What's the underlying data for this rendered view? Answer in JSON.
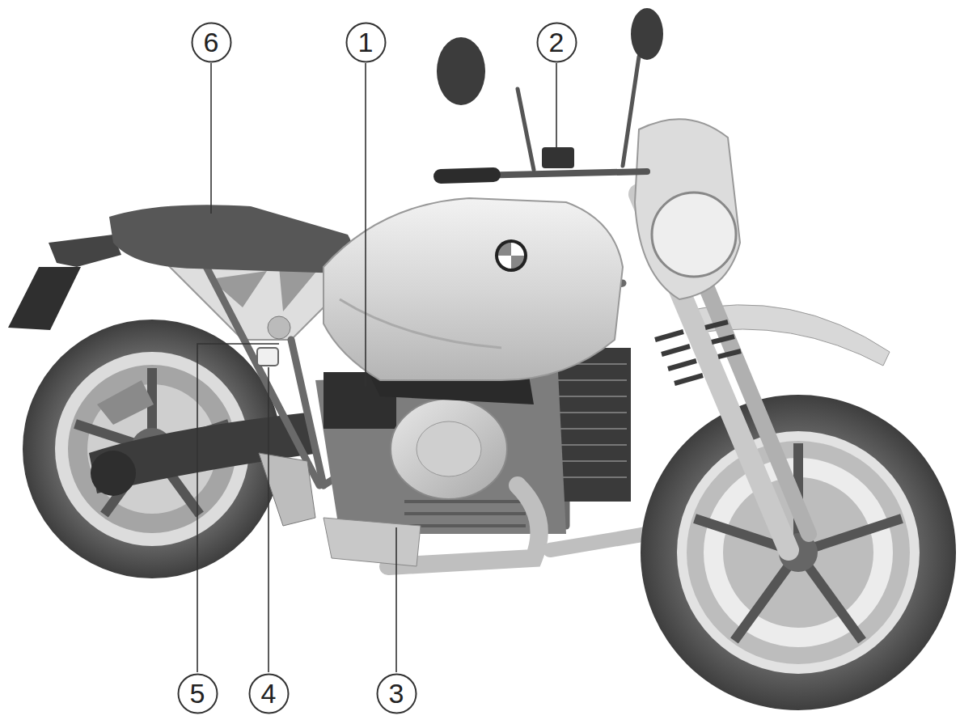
{
  "diagram": {
    "nodes": [
      {
        "text": [
          "6"
        ]
      },
      {
        "text": [
          "1"
        ]
      },
      {
        "text": [
          "2"
        ]
      },
      {
        "text": [
          "5"
        ]
      },
      {
        "text": [
          "4"
        ]
      },
      {
        "text": [
          "3"
        ]
      }
    ]
  }
}
